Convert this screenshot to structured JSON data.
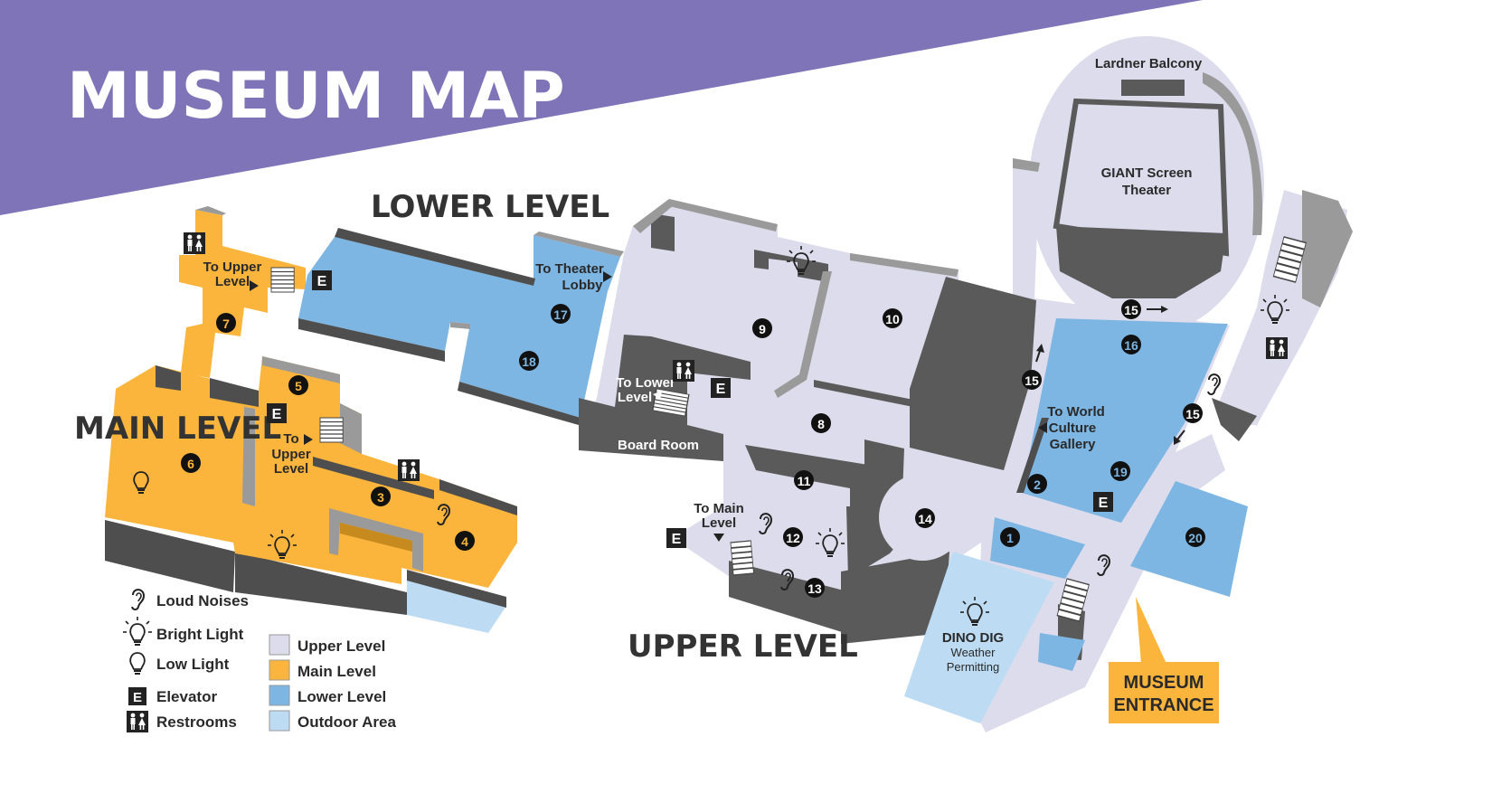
{
  "title": "MUSEUM MAP",
  "levels": {
    "lower": "LOWER LEVEL",
    "main": "MAIN LEVEL",
    "upper": "UPPER LEVEL"
  },
  "colors": {
    "banner": "#7f74b8",
    "upper": "#dcdcec",
    "main": "#fbb53c",
    "lower": "#7db6e3",
    "outdoor": "#bddcf3",
    "wall": "#5a5a5a",
    "wallLight": "#9a9a9a",
    "entrance": "#fbb53c"
  },
  "labels": {
    "lardner": "Lardner Balcony",
    "giant1": "GIANT Screen",
    "giant2": "Theater",
    "toTheater1": "To Theater",
    "toTheater2": "Lobby",
    "toUpperA1": "To Upper",
    "toUpperA2": "Level",
    "toUpperB1": "To",
    "toUpperB2": "Upper",
    "toUpperB3": "Level",
    "toLower1": "To Lower",
    "toLower2": "Level",
    "boardRoom": "Board Room",
    "toMain1": "To Main",
    "toMain2": "Level",
    "toWorld1": "To World",
    "toWorld2": "Culture",
    "toWorld3": "Gallery",
    "dino1": "DINO DIG",
    "dino2": "Weather",
    "dino3": "Permitting",
    "entrance1": "MUSEUM",
    "entrance2": "ENTRANCE",
    "elevatorMark": "E"
  },
  "rooms": [
    "1",
    "2",
    "3",
    "4",
    "5",
    "6",
    "7",
    "8",
    "9",
    "10",
    "11",
    "12",
    "13",
    "14",
    "15",
    "15",
    "15",
    "16",
    "17",
    "18",
    "19",
    "20"
  ],
  "legend": {
    "loud": "Loud Noises",
    "bright": "Bright Light",
    "low": "Low Light",
    "elevator": "Elevator",
    "restrooms": "Restrooms",
    "upper": "Upper Level",
    "main": "Main Level",
    "lower": "Lower Level",
    "outdoor": "Outdoor Area"
  }
}
